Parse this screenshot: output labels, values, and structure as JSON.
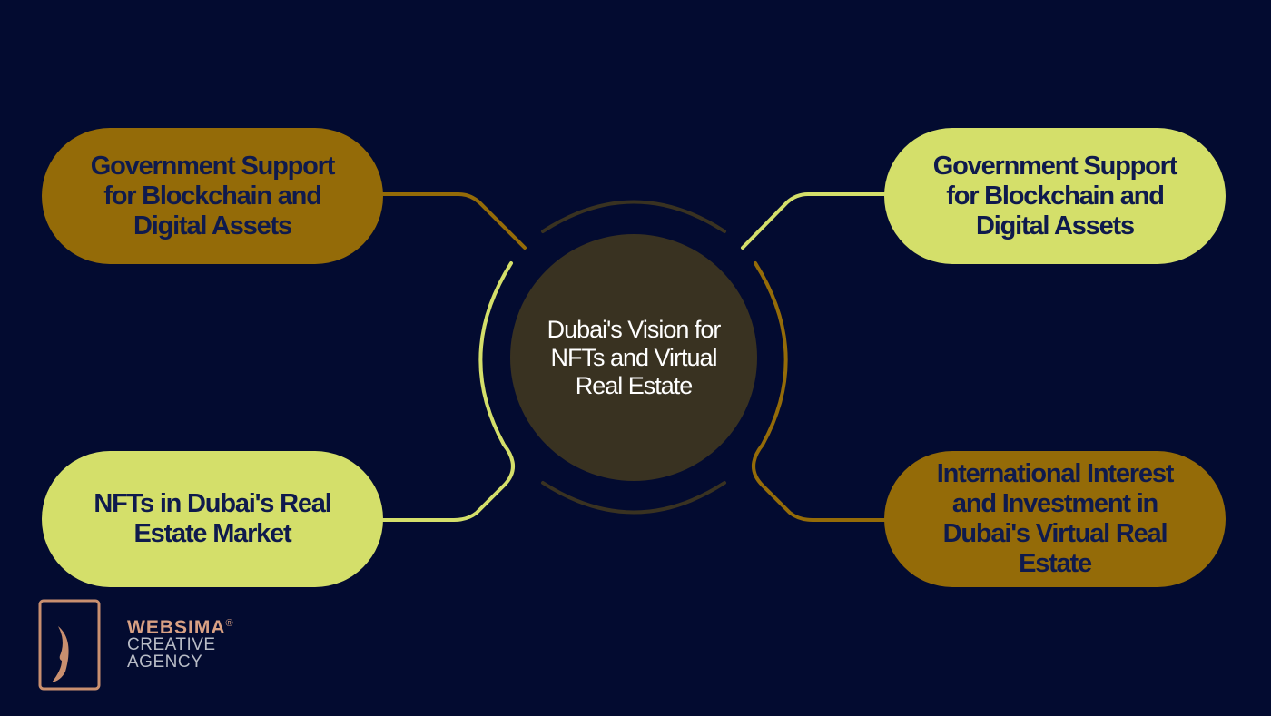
{
  "center": {
    "title": "Dubai's Vision for NFTs and Virtual Real Estate"
  },
  "nodes": [
    {
      "label": "Government Support for Blockchain and Digital Assets",
      "color": "#946b08"
    },
    {
      "label": "Government Support for Blockchain and Digital Assets",
      "color": "#d4df6a"
    },
    {
      "label": "NFTs in Dubai's Real Estate Market",
      "color": "#d4df6a"
    },
    {
      "label": "International Interest and Investment in Dubai's Virtual Real Estate",
      "color": "#946b08"
    }
  ],
  "logo": {
    "name": "WEBSIMA",
    "registered": "®",
    "line2": "CREATIVE",
    "line3": "AGENCY"
  }
}
